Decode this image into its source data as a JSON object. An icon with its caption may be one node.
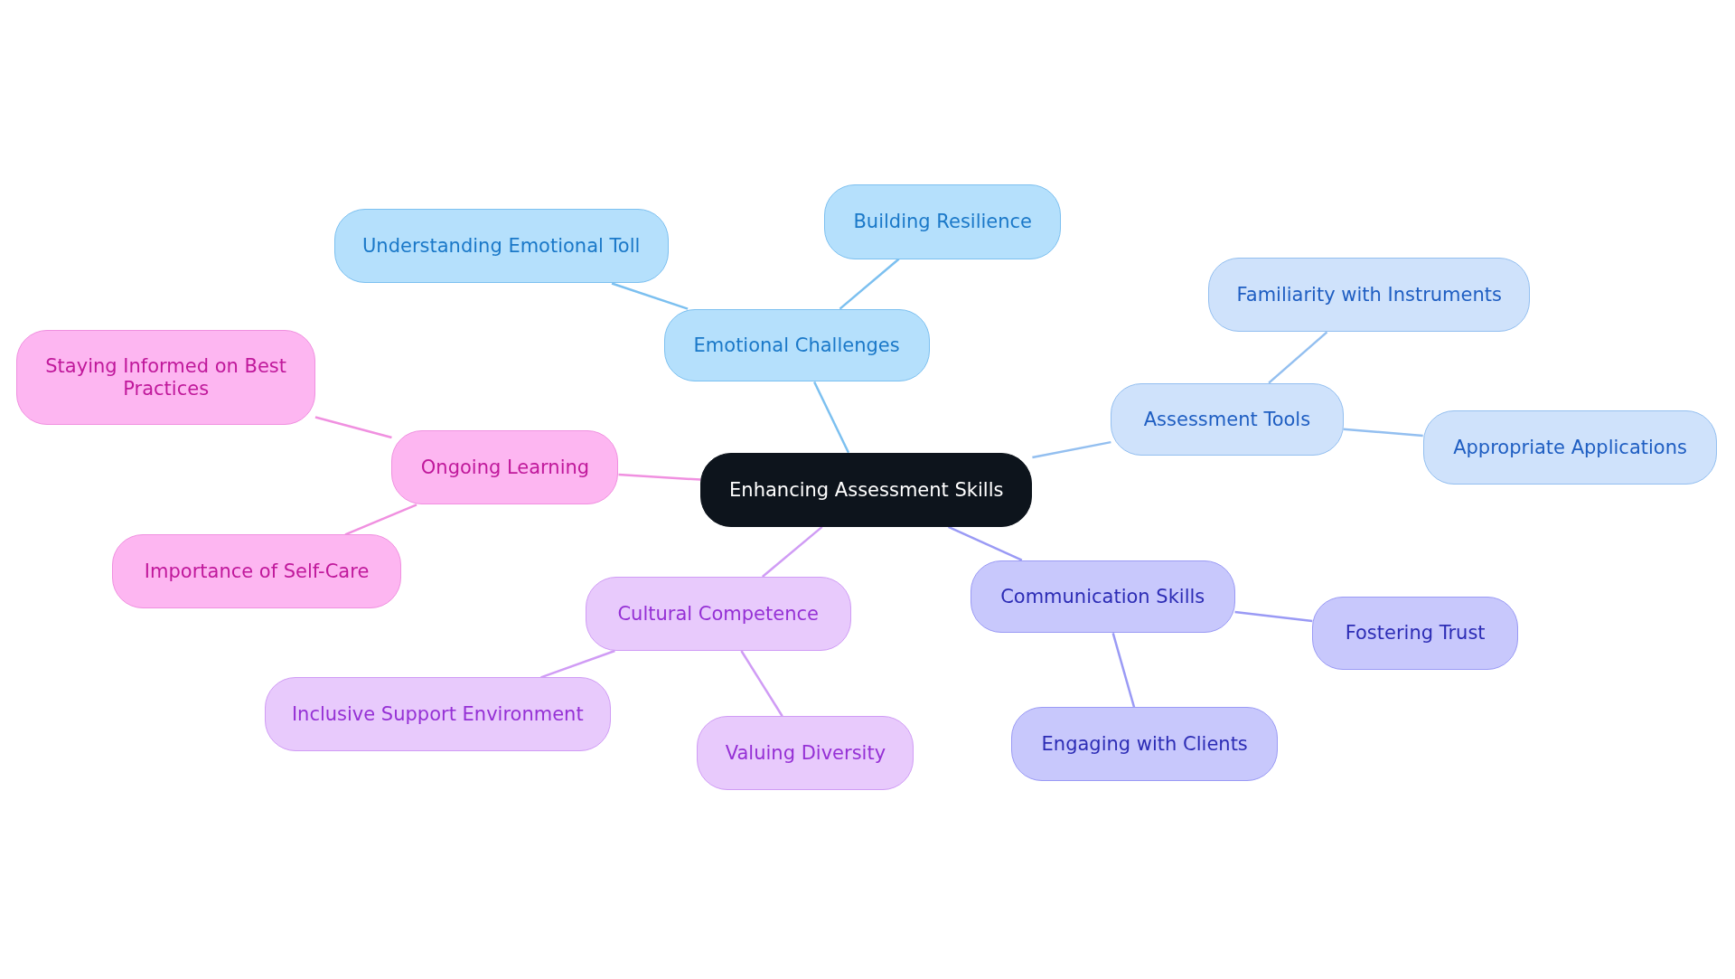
{
  "diagram": {
    "nodes": [
      {
        "text": [
          "Enhancing Assessment Skills"
        ]
      },
      {
        "text": [
          "Emotional Challenges"
        ]
      },
      {
        "text": [
          "Understanding Emotional Toll"
        ]
      },
      {
        "text": [
          "Building Resilience"
        ]
      },
      {
        "text": [
          "Assessment Tools"
        ]
      },
      {
        "text": [
          "Familiarity with Instruments"
        ]
      },
      {
        "text": [
          "Appropriate Applications"
        ]
      },
      {
        "text": [
          "Communication Skills"
        ]
      },
      {
        "text": [
          "Fostering Trust"
        ]
      },
      {
        "text": [
          "Engaging with Clients"
        ]
      },
      {
        "text": [
          "Cultural Competence"
        ]
      },
      {
        "text": [
          "Inclusive Support Environment"
        ]
      },
      {
        "text": [
          "Valuing Diversity"
        ]
      },
      {
        "text": [
          "Ongoing Learning"
        ]
      },
      {
        "text": [
          "Staying Informed on Best Practices"
        ]
      },
      {
        "text": [
          "Importance of Self-Care"
        ]
      }
    ],
    "edges": [
      {
        "from": 0,
        "to": 1,
        "arrow": "none",
        "color": "#7cc0f0"
      },
      {
        "from": 1,
        "to": 2,
        "arrow": "none",
        "color": "#7cc0f0"
      },
      {
        "from": 1,
        "to": 3,
        "arrow": "none",
        "color": "#7cc0f0"
      },
      {
        "from": 0,
        "to": 4,
        "arrow": "none",
        "color": "#93bff0"
      },
      {
        "from": 4,
        "to": 5,
        "arrow": "none",
        "color": "#93bff0"
      },
      {
        "from": 4,
        "to": 6,
        "arrow": "none",
        "color": "#93bff0"
      },
      {
        "from": 0,
        "to": 7,
        "arrow": "none",
        "color": "#9a9af5"
      },
      {
        "from": 7,
        "to": 8,
        "arrow": "none",
        "color": "#9a9af5"
      },
      {
        "from": 7,
        "to": 9,
        "arrow": "none",
        "color": "#9a9af5"
      },
      {
        "from": 0,
        "to": 10,
        "arrow": "none",
        "color": "#d09cf5"
      },
      {
        "from": 10,
        "to": 11,
        "arrow": "none",
        "color": "#d09cf5"
      },
      {
        "from": 10,
        "to": 12,
        "arrow": "none",
        "color": "#d09cf5"
      },
      {
        "from": 0,
        "to": 13,
        "arrow": "none",
        "color": "#f090e0"
      },
      {
        "from": 13,
        "to": 14,
        "arrow": "none",
        "color": "#f090e0"
      },
      {
        "from": 13,
        "to": 15,
        "arrow": "none",
        "color": "#f090e0"
      }
    ]
  }
}
